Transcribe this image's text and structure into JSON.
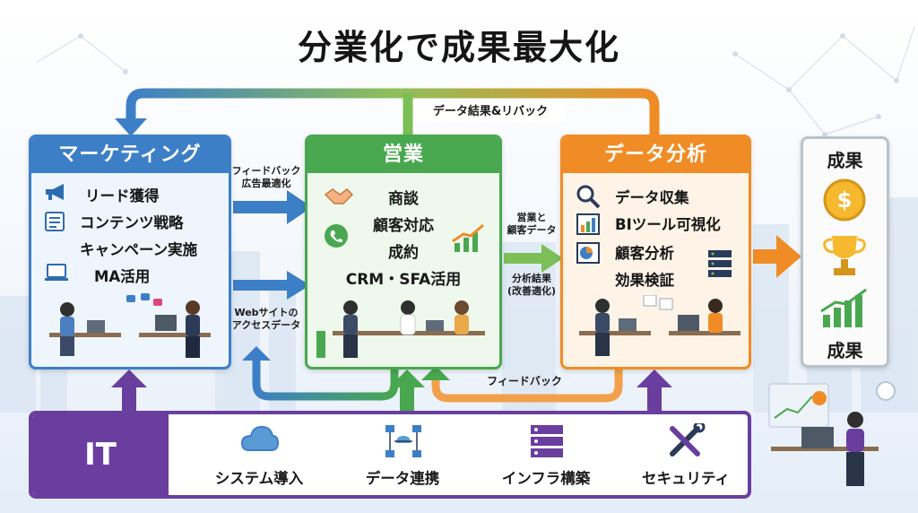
{
  "title": "分業化で成果最大化",
  "marketing": {
    "header": "マーケティング",
    "items": [
      "リード獲得",
      "コンテンツ戦略",
      "キャンペーン実施",
      "MA活用"
    ]
  },
  "sales": {
    "header": "営業",
    "items": [
      "商談",
      "顧客対応",
      "成約",
      "CRM・SFA活用"
    ]
  },
  "data_analysis": {
    "header": "データ分析",
    "items": [
      "データ収集",
      "BIツール可視化",
      "顧客分析",
      "効果検証"
    ]
  },
  "results": {
    "header": "成果",
    "bottom_label": "成果"
  },
  "flows": {
    "top": "データ結果&リバック",
    "mkt_to_sales_1": "フィードバック",
    "mkt_to_sales_2": "広告最適化",
    "sales_to_mkt_1": "Webサイトの",
    "sales_to_mkt_2": "アクセスデータ",
    "sales_to_data_1": "営業と",
    "sales_to_data_2": "顧客データ",
    "data_to_sales_1": "分析結果",
    "data_to_sales_2": "(改善適化)",
    "bottom": "フィードバック"
  },
  "it": {
    "label": "IT",
    "items": [
      "システム導入",
      "データ連携",
      "インフラ構築",
      "セキュリティ"
    ]
  },
  "colors": {
    "marketing": "#3d7fc6",
    "sales": "#49a84f",
    "data": "#f08c25",
    "it": "#6a3e9e",
    "results_border": "#b9c3cc"
  },
  "icons": {
    "marketing": [
      "megaphone-icon",
      "article-icon",
      "laptop-icon"
    ],
    "sales": [
      "handshake-icon",
      "phone-icon",
      "growth-chart-icon"
    ],
    "data": [
      "magnifier-icon",
      "bar-chart-icon",
      "pie-chart-icon",
      "server-icon"
    ],
    "results": [
      "coin-icon",
      "trophy-icon",
      "growth-chart-icon"
    ],
    "it": [
      "cloud-icon",
      "network-icon",
      "server-icon",
      "tools-icon"
    ]
  }
}
